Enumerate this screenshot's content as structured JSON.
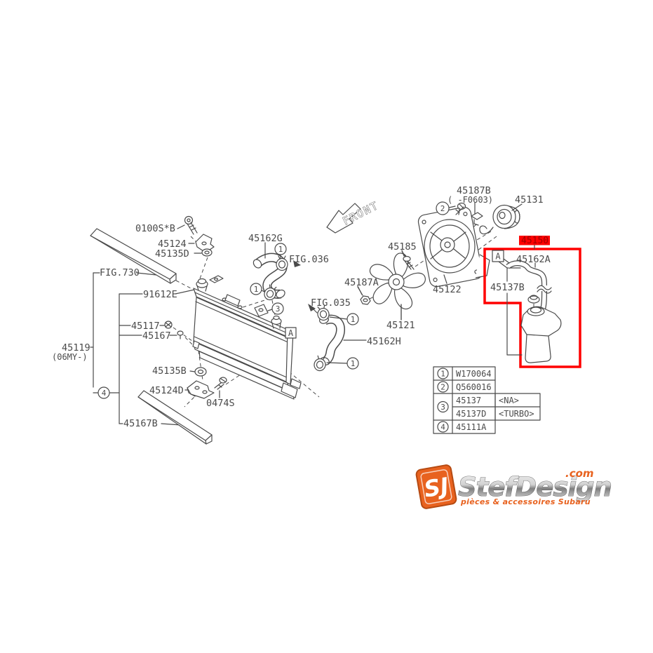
{
  "colors": {
    "line": "#4a4a4a",
    "highlight_bg": "#ff0000",
    "highlight_text": "#9b0000",
    "logo_orange": "#e8621f",
    "logo_metal": "#b0b0b0"
  },
  "diagram": {
    "front_arrow": "FRONT",
    "marker_a": "A",
    "callout_1": "1",
    "callout_2": "2",
    "callout_3": "3",
    "callout_4": "4",
    "parts": {
      "p0100sb": "0100S*B",
      "p45124": "45124",
      "p45135d": "45135D",
      "fig730": "FIG.730",
      "p91612e": "91612E",
      "p45117": "45117",
      "p45167": "45167",
      "p45119": "45119",
      "p45119my": "(06MY-)",
      "p45135b": "45135B",
      "p45124d": "45124D",
      "p0474s": "0474S",
      "p45167b": "45167B",
      "p45162g": "45162G",
      "fig036": "FIG.036",
      "fig035": "FIG.035",
      "p45162h": "45162H",
      "p45121": "45121",
      "p45122": "45122",
      "p45185": "45185",
      "p45187a": "45187A",
      "p45187b": "45187B",
      "p45187b_range": "( -F0603)",
      "p45131": "45131",
      "p45150": "45150",
      "p45162a": "45162A",
      "p45137b": "45137B"
    },
    "legend": {
      "rows": [
        {
          "num": "1",
          "code": "W170064",
          "variant": ""
        },
        {
          "num": "2",
          "code": "Q560016",
          "variant": ""
        },
        {
          "num": "3",
          "code": "45137",
          "variant": "<NA>"
        },
        {
          "num": "3",
          "code": "45137D",
          "variant": "<TURBO>"
        },
        {
          "num": "4",
          "code": "45111A",
          "variant": ""
        }
      ]
    }
  },
  "logo": {
    "monogram": "SJ",
    "brand": "StefDesign",
    "tld": ".com",
    "tagline": "pièces & accessoires Subaru"
  }
}
